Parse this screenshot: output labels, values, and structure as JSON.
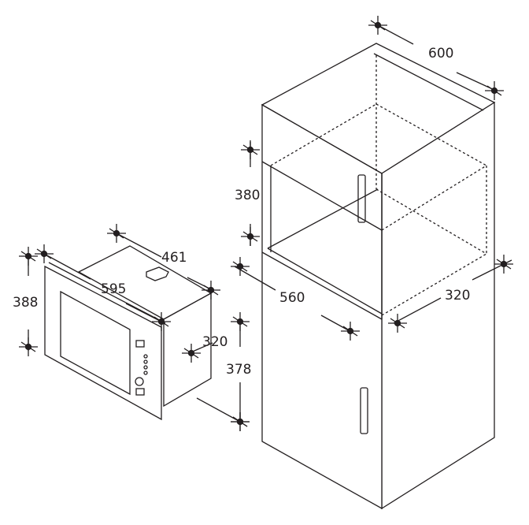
{
  "dimensions": {
    "cabinet_width": "600",
    "opening_height": "380",
    "opening_width": "560",
    "opening_depth": "320",
    "microwave_depth": "461",
    "microwave_width": "595",
    "microwave_height": "388",
    "body_depth": "320",
    "body_height": "378"
  },
  "colors": {
    "line": "#231f20"
  }
}
